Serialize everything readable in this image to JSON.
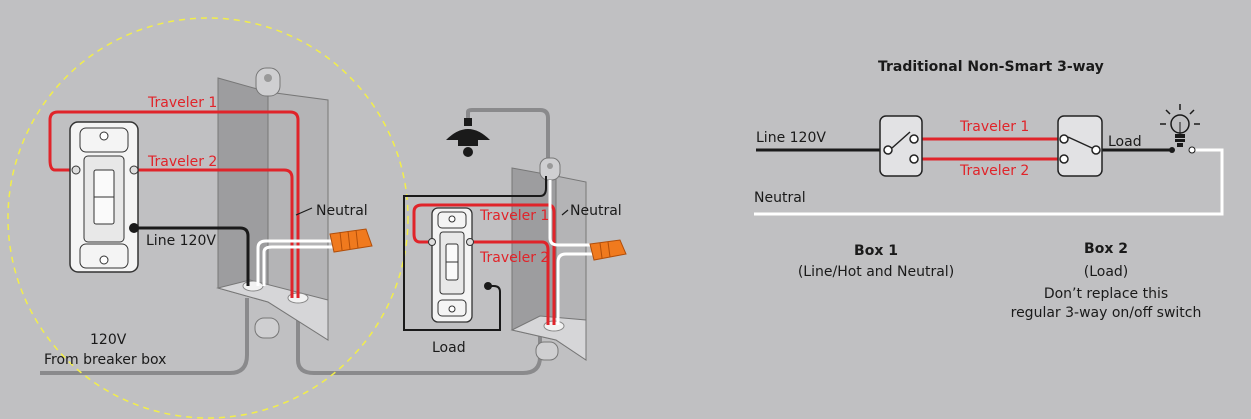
{
  "left_diagram": {
    "box1": {
      "traveler1": "Traveler 1",
      "traveler2": "Traveler 2",
      "neutral": "Neutral",
      "line": "Line 120V",
      "source_line1": "120V",
      "source_line2": "From breaker box"
    },
    "box2": {
      "traveler1": "Traveler 1",
      "traveler2": "Traveler 2",
      "neutral": "Neutral",
      "load": "Load"
    }
  },
  "schematic": {
    "title": "Traditional Non-Smart 3-way",
    "line": "Line 120V",
    "traveler1": "Traveler 1",
    "traveler2": "Traveler 2",
    "load": "Load",
    "neutral": "Neutral",
    "box1_title": "Box 1",
    "box1_desc": "(Line/Hot and Neutral)",
    "box2_title": "Box 2",
    "box2_desc": "(Load)",
    "box2_note_line1": "Don’t replace this",
    "box2_note_line2": "regular 3-way on/off switch"
  },
  "colors": {
    "background": "#c0c0c2",
    "hot_wire": "#1a1a1a",
    "traveler_wire": "#e0242a",
    "neutral_wire": "#ffffff",
    "ground_wire": "#8a8a8c",
    "wire_nut": "#f07a1e",
    "highlight_circle": "#f2ee4a"
  }
}
